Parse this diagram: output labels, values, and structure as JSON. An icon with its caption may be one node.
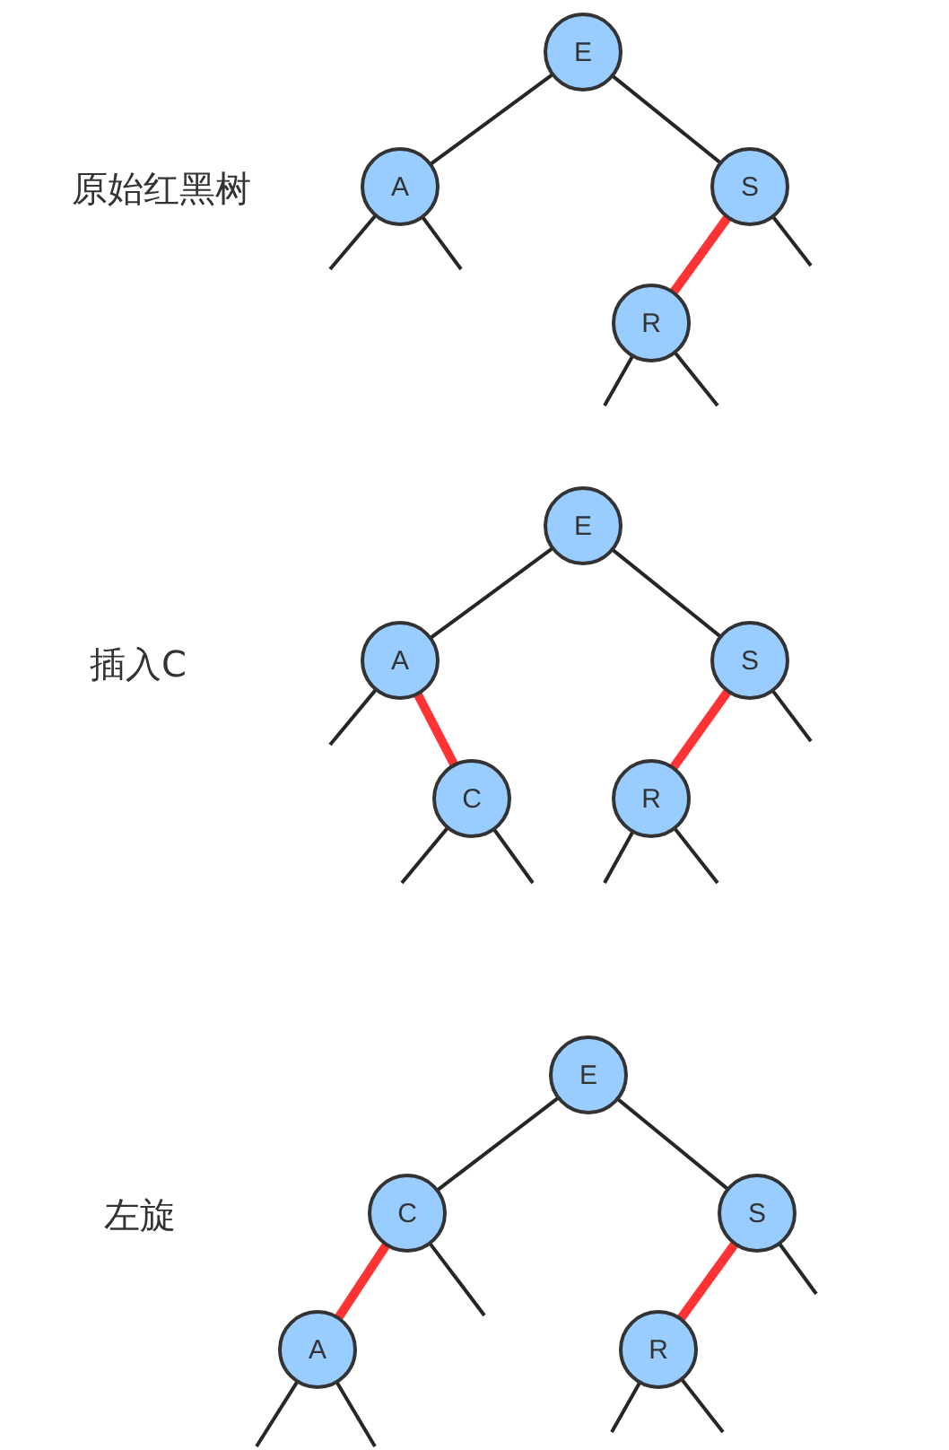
{
  "diagram": {
    "nodes": [
      {
        "text": [
          "E"
        ]
      },
      {
        "text": [
          "A"
        ]
      },
      {
        "text": [
          "S"
        ]
      },
      {
        "text": [
          "R"
        ]
      },
      {
        "text": [
          "E"
        ]
      },
      {
        "text": [
          "A"
        ]
      },
      {
        "text": [
          "S"
        ]
      },
      {
        "text": [
          "C"
        ]
      },
      {
        "text": [
          "R"
        ]
      },
      {
        "text": [
          "E"
        ]
      },
      {
        "text": [
          "C"
        ]
      },
      {
        "text": [
          "S"
        ]
      },
      {
        "text": [
          "A"
        ]
      },
      {
        "text": [
          "R"
        ]
      }
    ],
    "edges": [
      {
        "from": 0,
        "to": 1,
        "arrow": "none"
      },
      {
        "from": 0,
        "to": 2,
        "arrow": "none"
      },
      {
        "from": 1,
        "to": null,
        "arrow": "none"
      },
      {
        "from": 1,
        "to": null,
        "arrow": "none"
      },
      {
        "from": 2,
        "to": 3,
        "arrow": "none",
        "style": "thick",
        "color": "#ff3333"
      },
      {
        "from": 2,
        "to": null,
        "arrow": "none"
      },
      {
        "from": 3,
        "to": null,
        "arrow": "none"
      },
      {
        "from": 3,
        "to": null,
        "arrow": "none"
      },
      {
        "from": 4,
        "to": 5,
        "arrow": "none"
      },
      {
        "from": 4,
        "to": 6,
        "arrow": "none"
      },
      {
        "from": 5,
        "to": null,
        "arrow": "none"
      },
      {
        "from": 5,
        "to": 7,
        "arrow": "none",
        "style": "thick",
        "color": "#ff3333"
      },
      {
        "from": 6,
        "to": 8,
        "arrow": "none",
        "style": "thick",
        "color": "#ff3333"
      },
      {
        "from": 6,
        "to": null,
        "arrow": "none"
      },
      {
        "from": 7,
        "to": null,
        "arrow": "none"
      },
      {
        "from": 7,
        "to": null,
        "arrow": "none"
      },
      {
        "from": 8,
        "to": null,
        "arrow": "none"
      },
      {
        "from": 8,
        "to": null,
        "arrow": "none"
      },
      {
        "from": 9,
        "to": 10,
        "arrow": "none"
      },
      {
        "from": 9,
        "to": 11,
        "arrow": "none"
      },
      {
        "from": 10,
        "to": 12,
        "arrow": "none",
        "style": "thick",
        "color": "#ff3333"
      },
      {
        "from": 10,
        "to": null,
        "arrow": "none"
      },
      {
        "from": 11,
        "to": 13,
        "arrow": "none",
        "style": "thick",
        "color": "#ff3333"
      },
      {
        "from": 11,
        "to": null,
        "arrow": "none"
      },
      {
        "from": 12,
        "to": null,
        "arrow": "none"
      },
      {
        "from": 12,
        "to": null,
        "arrow": "none"
      },
      {
        "from": 13,
        "to": null,
        "arrow": "none"
      },
      {
        "from": 13,
        "to": null,
        "arrow": "none"
      }
    ],
    "labels": [
      "原始红黑树",
      "插入C",
      "左旋"
    ]
  }
}
